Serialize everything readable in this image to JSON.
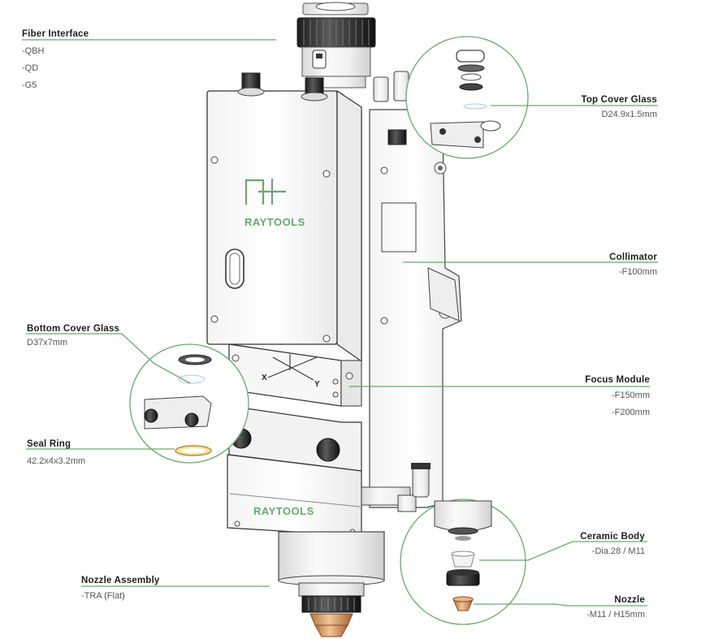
{
  "brand": {
    "name": "RAYTOOLS",
    "accent_color": "#6aa86e",
    "line_color": "#6aa86e"
  },
  "axis_markers": {
    "x": "X",
    "y": "Y"
  },
  "callouts": {
    "fiber_interface": {
      "title": "Fiber Interface",
      "options": [
        "-QBH",
        "-QD",
        "-G5"
      ]
    },
    "top_cover_glass": {
      "title": "Top Cover Glass",
      "spec": "D24.9x1.5mm"
    },
    "collimator": {
      "title": "Collimator",
      "spec": "-F100mm"
    },
    "bottom_cover_glass": {
      "title": "Bottom Cover Glass",
      "spec": "D37x7mm"
    },
    "focus_module": {
      "title": "Focus Module",
      "options": [
        "-F150mm",
        "-F200mm"
      ]
    },
    "seal_ring": {
      "title": "Seal Ring",
      "spec": "42.2x4x3.2mm"
    },
    "ceramic_body": {
      "title": "Ceramic Body",
      "spec": "-Dia.28 / M11"
    },
    "nozzle_assembly": {
      "title": "Nozzle Assembly",
      "spec": "-TRA (Flat)"
    },
    "nozzle": {
      "title": "Nozzle",
      "spec": "-M11 / H15mm"
    }
  }
}
